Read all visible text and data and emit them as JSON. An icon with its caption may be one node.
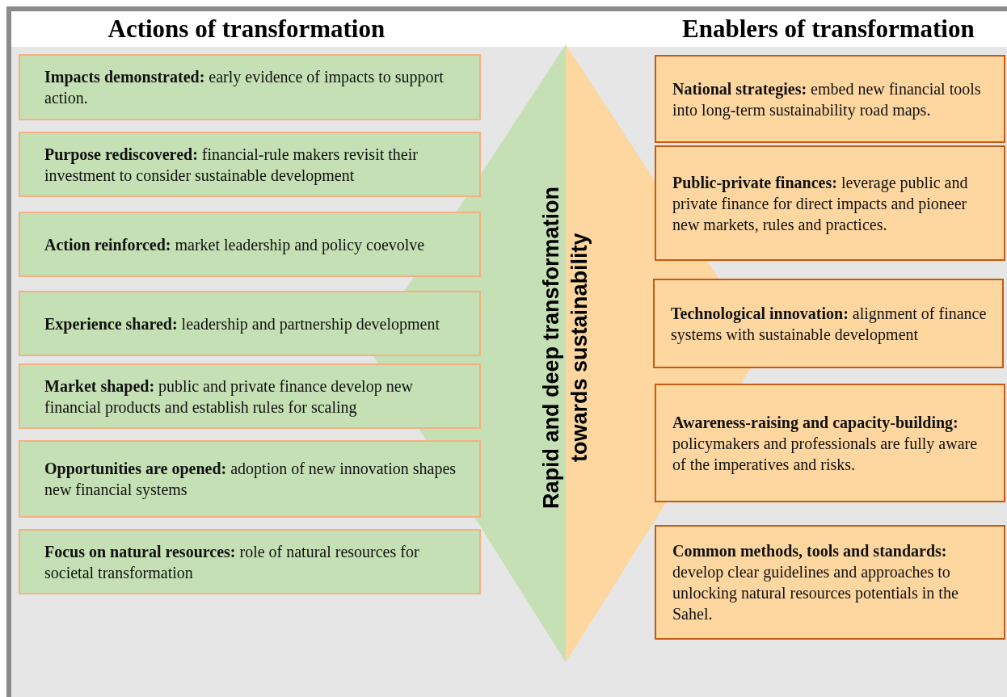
{
  "diagram": {
    "nodes": [
      {
        "text": [
          "**Impacts demonstrated:** early evidence of impacts to support action."
        ]
      },
      {
        "text": [
          "**Purpose rediscovered:** financial-rule makers revisit their investment to consider sustainable development"
        ]
      },
      {
        "text": [
          "**Action reinforced:** market leadership and policy coevolve"
        ]
      },
      {
        "text": [
          "**Experience shared:** leadership and partnership development"
        ]
      },
      {
        "text": [
          "**Market shaped:** public and private finance develop new financial products and establish rules for scaling"
        ]
      },
      {
        "text": [
          "**Opportunities are opened:** adoption of new innovation shapes new financial systems"
        ]
      },
      {
        "text": [
          "**Focus on natural resources:** role of natural resources for societal transformation"
        ]
      },
      {
        "text": [
          "Rapid and deep transformation towards sustainability"
        ]
      },
      {
        "text": [
          "**National strategies:** embed new financial tools into long-term sustainability road maps."
        ]
      },
      {
        "text": [
          "**Public-private finances:** leverage public and private finance for direct impacts and pioneer new markets, rules and practices."
        ]
      },
      {
        "text": [
          "**Technological innovation:** alignment of finance systems with sustainable development"
        ]
      },
      {
        "text": [
          "**Awareness-raising and capacity-building:** policymakers and professionals are fully aware of the imperatives and risks."
        ]
      },
      {
        "text": [
          "**Common methods, tools and standards:** develop clear guidelines and approaches to unlocking natural resources potentials in the Sahel."
        ]
      }
    ],
    "labels": [
      "Actions of transformation",
      "Enablers of transformation"
    ]
  }
}
